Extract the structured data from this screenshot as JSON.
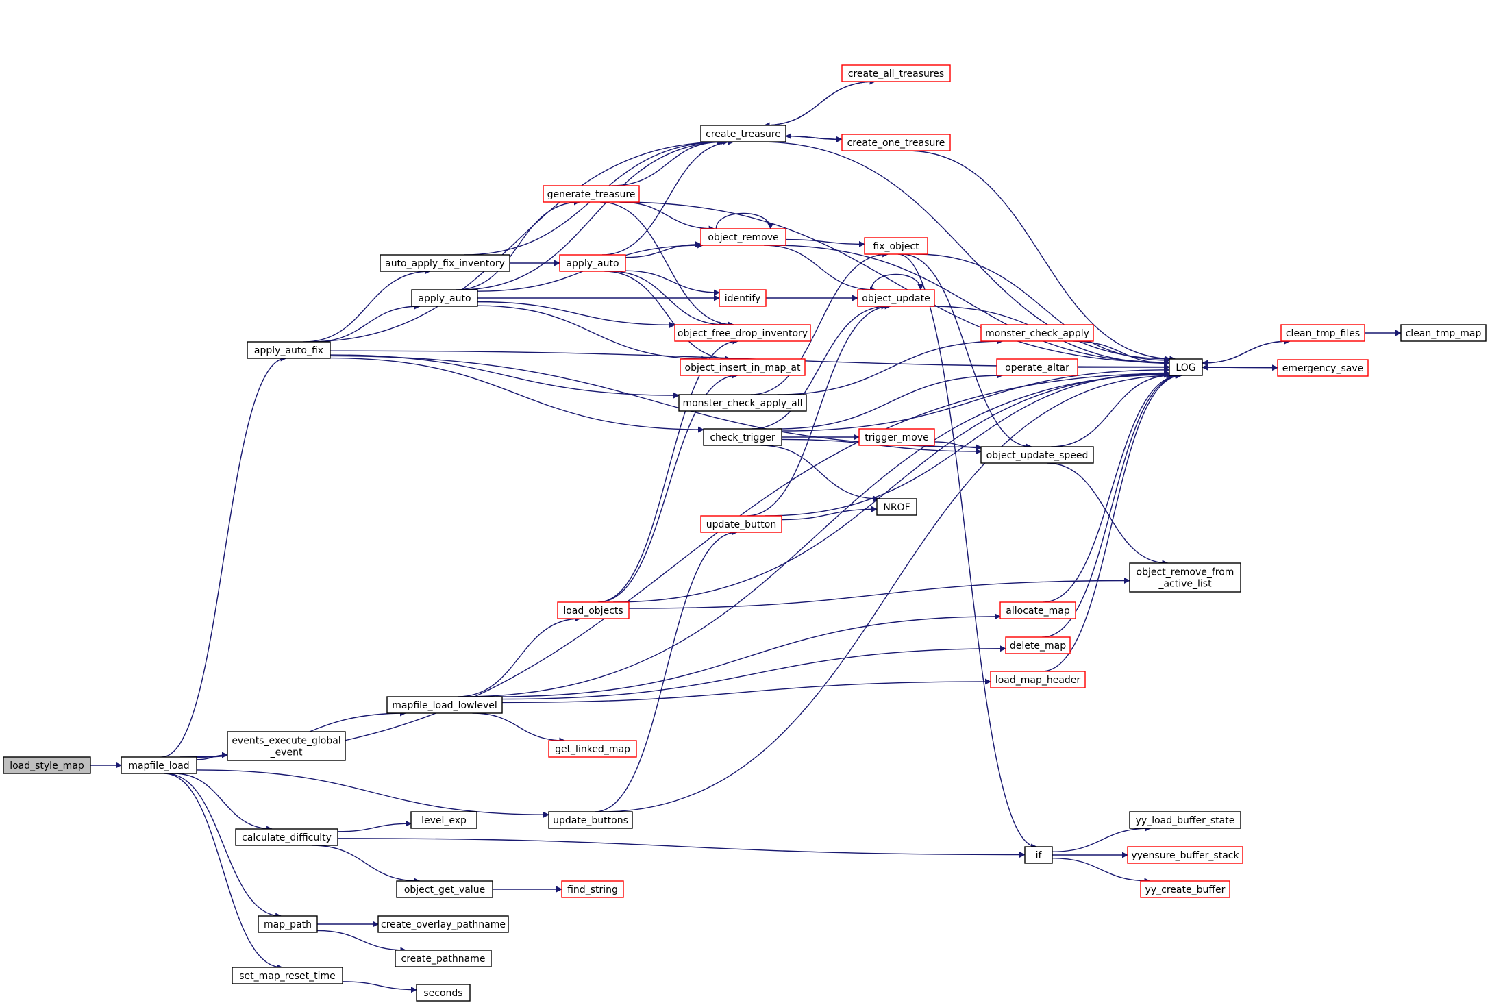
{
  "diagram": {
    "colors": {
      "edge": "#191970",
      "node_border_black": "#000000",
      "node_border_red": "#ff0000",
      "node_fill": "#ffffff",
      "root_fill": "#bfbfbf"
    },
    "nodes": [
      {
        "id": "load_style_map",
        "lines": [
          "load_style_map"
        ],
        "border": "black",
        "root": true
      },
      {
        "id": "mapfile_load",
        "lines": [
          "mapfile_load"
        ],
        "border": "black"
      },
      {
        "id": "apply_auto_fix",
        "lines": [
          "apply_auto_fix"
        ],
        "border": "black"
      },
      {
        "id": "mapfile_load_lowlevel",
        "lines": [
          "mapfile_load_lowlevel"
        ],
        "border": "black"
      },
      {
        "id": "events_execute_global_event",
        "lines": [
          "events_execute_global",
          "_event"
        ],
        "border": "black"
      },
      {
        "id": "calculate_difficulty",
        "lines": [
          "calculate_difficulty"
        ],
        "border": "black"
      },
      {
        "id": "map_path",
        "lines": [
          "map_path"
        ],
        "border": "black"
      },
      {
        "id": "set_map_reset_time",
        "lines": [
          "set_map_reset_time"
        ],
        "border": "black"
      },
      {
        "id": "update_buttons",
        "lines": [
          "update_buttons"
        ],
        "border": "black"
      },
      {
        "id": "auto_apply_fix_inventory",
        "lines": [
          "auto_apply_fix_inventory"
        ],
        "border": "black"
      },
      {
        "id": "apply_auto_black",
        "lines": [
          "apply_auto"
        ],
        "border": "black"
      },
      {
        "id": "create_treasure",
        "lines": [
          "create_treasure"
        ],
        "border": "black"
      },
      {
        "id": "create_all_treasures",
        "lines": [
          "create_all_treasures"
        ],
        "border": "red"
      },
      {
        "id": "create_one_treasure",
        "lines": [
          "create_one_treasure"
        ],
        "border": "red"
      },
      {
        "id": "generate_treasure",
        "lines": [
          "generate_treasure"
        ],
        "border": "red"
      },
      {
        "id": "object_remove",
        "lines": [
          "object_remove"
        ],
        "border": "red"
      },
      {
        "id": "apply_auto_red",
        "lines": [
          "apply_auto"
        ],
        "border": "red"
      },
      {
        "id": "identify",
        "lines": [
          "identify"
        ],
        "border": "red"
      },
      {
        "id": "fix_object",
        "lines": [
          "fix_object"
        ],
        "border": "red"
      },
      {
        "id": "object_update",
        "lines": [
          "object_update"
        ],
        "border": "red"
      },
      {
        "id": "object_free_drop_inventory",
        "lines": [
          "object_free_drop_inventory"
        ],
        "border": "red"
      },
      {
        "id": "object_insert_in_map_at",
        "lines": [
          "object_insert_in_map_at"
        ],
        "border": "red"
      },
      {
        "id": "monster_check_apply_all",
        "lines": [
          "monster_check_apply_all"
        ],
        "border": "black"
      },
      {
        "id": "monster_check_apply",
        "lines": [
          "monster_check_apply"
        ],
        "border": "red"
      },
      {
        "id": "operate_altar",
        "lines": [
          "operate_altar"
        ],
        "border": "red"
      },
      {
        "id": "check_trigger",
        "lines": [
          "check_trigger"
        ],
        "border": "black"
      },
      {
        "id": "trigger_move",
        "lines": [
          "trigger_move"
        ],
        "border": "red"
      },
      {
        "id": "object_update_speed",
        "lines": [
          "object_update_speed"
        ],
        "border": "black"
      },
      {
        "id": "NROF",
        "lines": [
          "NROF"
        ],
        "border": "black"
      },
      {
        "id": "update_button",
        "lines": [
          "update_button"
        ],
        "border": "red"
      },
      {
        "id": "LOG",
        "lines": [
          "LOG"
        ],
        "border": "black"
      },
      {
        "id": "clean_tmp_files",
        "lines": [
          "clean_tmp_files"
        ],
        "border": "red"
      },
      {
        "id": "clean_tmp_map",
        "lines": [
          "clean_tmp_map"
        ],
        "border": "black"
      },
      {
        "id": "emergency_save",
        "lines": [
          "emergency_save"
        ],
        "border": "red"
      },
      {
        "id": "object_remove_from_active_list",
        "lines": [
          "object_remove_from",
          "_active_list"
        ],
        "border": "black"
      },
      {
        "id": "load_objects",
        "lines": [
          "load_objects"
        ],
        "border": "red"
      },
      {
        "id": "allocate_map",
        "lines": [
          "allocate_map"
        ],
        "border": "red"
      },
      {
        "id": "delete_map",
        "lines": [
          "delete_map"
        ],
        "border": "red"
      },
      {
        "id": "load_map_header",
        "lines": [
          "load_map_header"
        ],
        "border": "red"
      },
      {
        "id": "get_linked_map",
        "lines": [
          "get_linked_map"
        ],
        "border": "red"
      },
      {
        "id": "level_exp",
        "lines": [
          "level_exp"
        ],
        "border": "black"
      },
      {
        "id": "if",
        "lines": [
          "if"
        ],
        "border": "black"
      },
      {
        "id": "yy_load_buffer_state",
        "lines": [
          "yy_load_buffer_state"
        ],
        "border": "black"
      },
      {
        "id": "yyensure_buffer_stack",
        "lines": [
          "yyensure_buffer_stack"
        ],
        "border": "red"
      },
      {
        "id": "yy_create_buffer",
        "lines": [
          "yy_create_buffer"
        ],
        "border": "red"
      },
      {
        "id": "object_get_value",
        "lines": [
          "object_get_value"
        ],
        "border": "black"
      },
      {
        "id": "find_string",
        "lines": [
          "find_string"
        ],
        "border": "red"
      },
      {
        "id": "create_overlay_pathname",
        "lines": [
          "create_overlay_pathname"
        ],
        "border": "black"
      },
      {
        "id": "create_pathname",
        "lines": [
          "create_pathname"
        ],
        "border": "black"
      },
      {
        "id": "seconds",
        "lines": [
          "seconds"
        ],
        "border": "black"
      }
    ],
    "edges": [
      [
        "load_style_map",
        "mapfile_load"
      ],
      [
        "mapfile_load",
        "apply_auto_fix"
      ],
      [
        "mapfile_load",
        "mapfile_load_lowlevel"
      ],
      [
        "mapfile_load",
        "events_execute_global_event"
      ],
      [
        "mapfile_load",
        "calculate_difficulty"
      ],
      [
        "mapfile_load",
        "map_path"
      ],
      [
        "mapfile_load",
        "set_map_reset_time"
      ],
      [
        "mapfile_load",
        "update_buttons"
      ],
      [
        "mapfile_load",
        "LOG"
      ],
      [
        "apply_auto_fix",
        "auto_apply_fix_inventory"
      ],
      [
        "apply_auto_fix",
        "apply_auto_black"
      ],
      [
        "apply_auto_fix",
        "create_treasure"
      ],
      [
        "apply_auto_fix",
        "LOG"
      ],
      [
        "apply_auto_fix",
        "monster_check_apply_all"
      ],
      [
        "apply_auto_fix",
        "check_trigger"
      ],
      [
        "apply_auto_fix",
        "object_update_speed"
      ],
      [
        "auto_apply_fix_inventory",
        "apply_auto_red"
      ],
      [
        "auto_apply_fix_inventory",
        "create_treasure"
      ],
      [
        "apply_auto_black",
        "create_treasure"
      ],
      [
        "apply_auto_black",
        "generate_treasure"
      ],
      [
        "apply_auto_black",
        "object_remove"
      ],
      [
        "apply_auto_black",
        "identify"
      ],
      [
        "apply_auto_black",
        "object_free_drop_inventory"
      ],
      [
        "apply_auto_black",
        "object_insert_in_map_at"
      ],
      [
        "create_treasure",
        "create_all_treasures"
      ],
      [
        "create_treasure",
        "create_one_treasure"
      ],
      [
        "create_treasure",
        "LOG"
      ],
      [
        "create_all_treasures",
        "create_treasure"
      ],
      [
        "create_one_treasure",
        "create_treasure"
      ],
      [
        "create_one_treasure",
        "LOG"
      ],
      [
        "generate_treasure",
        "create_treasure"
      ],
      [
        "generate_treasure",
        "object_remove"
      ],
      [
        "generate_treasure",
        "object_free_drop_inventory"
      ],
      [
        "generate_treasure",
        "LOG"
      ],
      [
        "object_remove",
        "object_remove"
      ],
      [
        "object_remove",
        "fix_object"
      ],
      [
        "object_remove",
        "object_update"
      ],
      [
        "object_remove",
        "LOG"
      ],
      [
        "apply_auto_red",
        "create_treasure"
      ],
      [
        "apply_auto_red",
        "object_remove"
      ],
      [
        "apply_auto_red",
        "identify"
      ],
      [
        "apply_auto_red",
        "object_free_drop_inventory"
      ],
      [
        "apply_auto_red",
        "object_insert_in_map_at"
      ],
      [
        "identify",
        "object_update"
      ],
      [
        "fix_object",
        "LOG"
      ],
      [
        "fix_object",
        "object_update_speed"
      ],
      [
        "fix_object",
        "if"
      ],
      [
        "object_update",
        "object_update"
      ],
      [
        "object_update",
        "LOG"
      ],
      [
        "monster_check_apply_all",
        "monster_check_apply"
      ],
      [
        "monster_check_apply_all",
        "fix_object"
      ],
      [
        "monster_check_apply",
        "LOG"
      ],
      [
        "operate_altar",
        "LOG"
      ],
      [
        "check_trigger",
        "operate_altar"
      ],
      [
        "check_trigger",
        "object_update"
      ],
      [
        "check_trigger",
        "LOG"
      ],
      [
        "check_trigger",
        "trigger_move"
      ],
      [
        "check_trigger",
        "object_update_speed"
      ],
      [
        "check_trigger",
        "NROF"
      ],
      [
        "trigger_move",
        "object_update_speed"
      ],
      [
        "update_button",
        "NROF"
      ],
      [
        "update_button",
        "object_update"
      ],
      [
        "update_button",
        "LOG"
      ],
      [
        "object_update_speed",
        "LOG"
      ],
      [
        "object_update_speed",
        "object_remove_from_active_list"
      ],
      [
        "LOG",
        "clean_tmp_files"
      ],
      [
        "LOG",
        "emergency_save"
      ],
      [
        "clean_tmp_files",
        "clean_tmp_map"
      ],
      [
        "clean_tmp_files",
        "LOG"
      ],
      [
        "emergency_save",
        "LOG"
      ],
      [
        "mapfile_load_lowlevel",
        "load_objects"
      ],
      [
        "mapfile_load_lowlevel",
        "allocate_map"
      ],
      [
        "mapfile_load_lowlevel",
        "delete_map"
      ],
      [
        "mapfile_load_lowlevel",
        "load_map_header"
      ],
      [
        "mapfile_load_lowlevel",
        "get_linked_map"
      ],
      [
        "mapfile_load_lowlevel",
        "LOG"
      ],
      [
        "load_objects",
        "object_free_drop_inventory"
      ],
      [
        "load_objects",
        "object_insert_in_map_at"
      ],
      [
        "load_objects",
        "LOG"
      ],
      [
        "load_objects",
        "object_remove_from_active_list"
      ],
      [
        "allocate_map",
        "LOG"
      ],
      [
        "delete_map",
        "LOG"
      ],
      [
        "load_map_header",
        "LOG"
      ],
      [
        "update_buttons",
        "update_button"
      ],
      [
        "update_buttons",
        "LOG"
      ],
      [
        "calculate_difficulty",
        "level_exp"
      ],
      [
        "calculate_difficulty",
        "object_get_value"
      ],
      [
        "calculate_difficulty",
        "if"
      ],
      [
        "if",
        "yy_load_buffer_state"
      ],
      [
        "if",
        "yyensure_buffer_stack"
      ],
      [
        "if",
        "yy_create_buffer"
      ],
      [
        "object_get_value",
        "find_string"
      ],
      [
        "map_path",
        "create_overlay_pathname"
      ],
      [
        "map_path",
        "create_pathname"
      ],
      [
        "set_map_reset_time",
        "seconds"
      ]
    ]
  }
}
